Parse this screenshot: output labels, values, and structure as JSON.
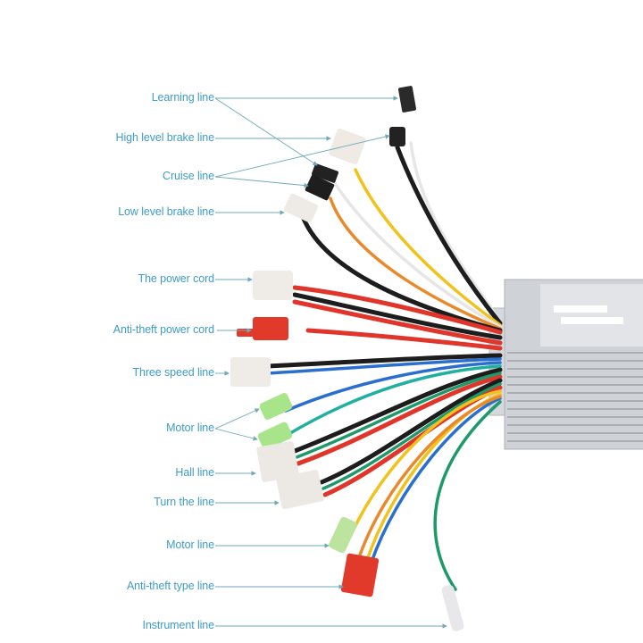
{
  "diagram": {
    "title": "E-bike brushless controller wiring diagram",
    "label_color": "#3f9cc6",
    "leader_color": "#6fa9bd",
    "labels": [
      {
        "id": "learning",
        "text": "Learning line"
      },
      {
        "id": "high-brake",
        "text": "High level brake line"
      },
      {
        "id": "cruise",
        "text": "Cruise line"
      },
      {
        "id": "low-brake",
        "text": "Low level brake line"
      },
      {
        "id": "power",
        "text": "The power cord"
      },
      {
        "id": "antitheft-power",
        "text": "Anti-theft power cord"
      },
      {
        "id": "three-speed",
        "text": "Three speed line"
      },
      {
        "id": "motor-1",
        "text": "Motor line"
      },
      {
        "id": "hall",
        "text": "Hall line"
      },
      {
        "id": "turn",
        "text": "Turn the line"
      },
      {
        "id": "motor-2",
        "text": "Motor line"
      },
      {
        "id": "antitheft-type",
        "text": "Anti-theft type line"
      },
      {
        "id": "instrument",
        "text": "Instrument line"
      }
    ],
    "wire_colors": {
      "red": "#e0352b",
      "black": "#1d1d1d",
      "blue": "#2a6fd0",
      "green": "#1e9a6a",
      "teal": "#1fb0a0",
      "yellow": "#f2c21c",
      "orange": "#e8892b",
      "white": "#e6e6e6",
      "purple": "#6a4ab0",
      "lime": "#9fe07a"
    },
    "controller_color": "#c9ccd0"
  }
}
